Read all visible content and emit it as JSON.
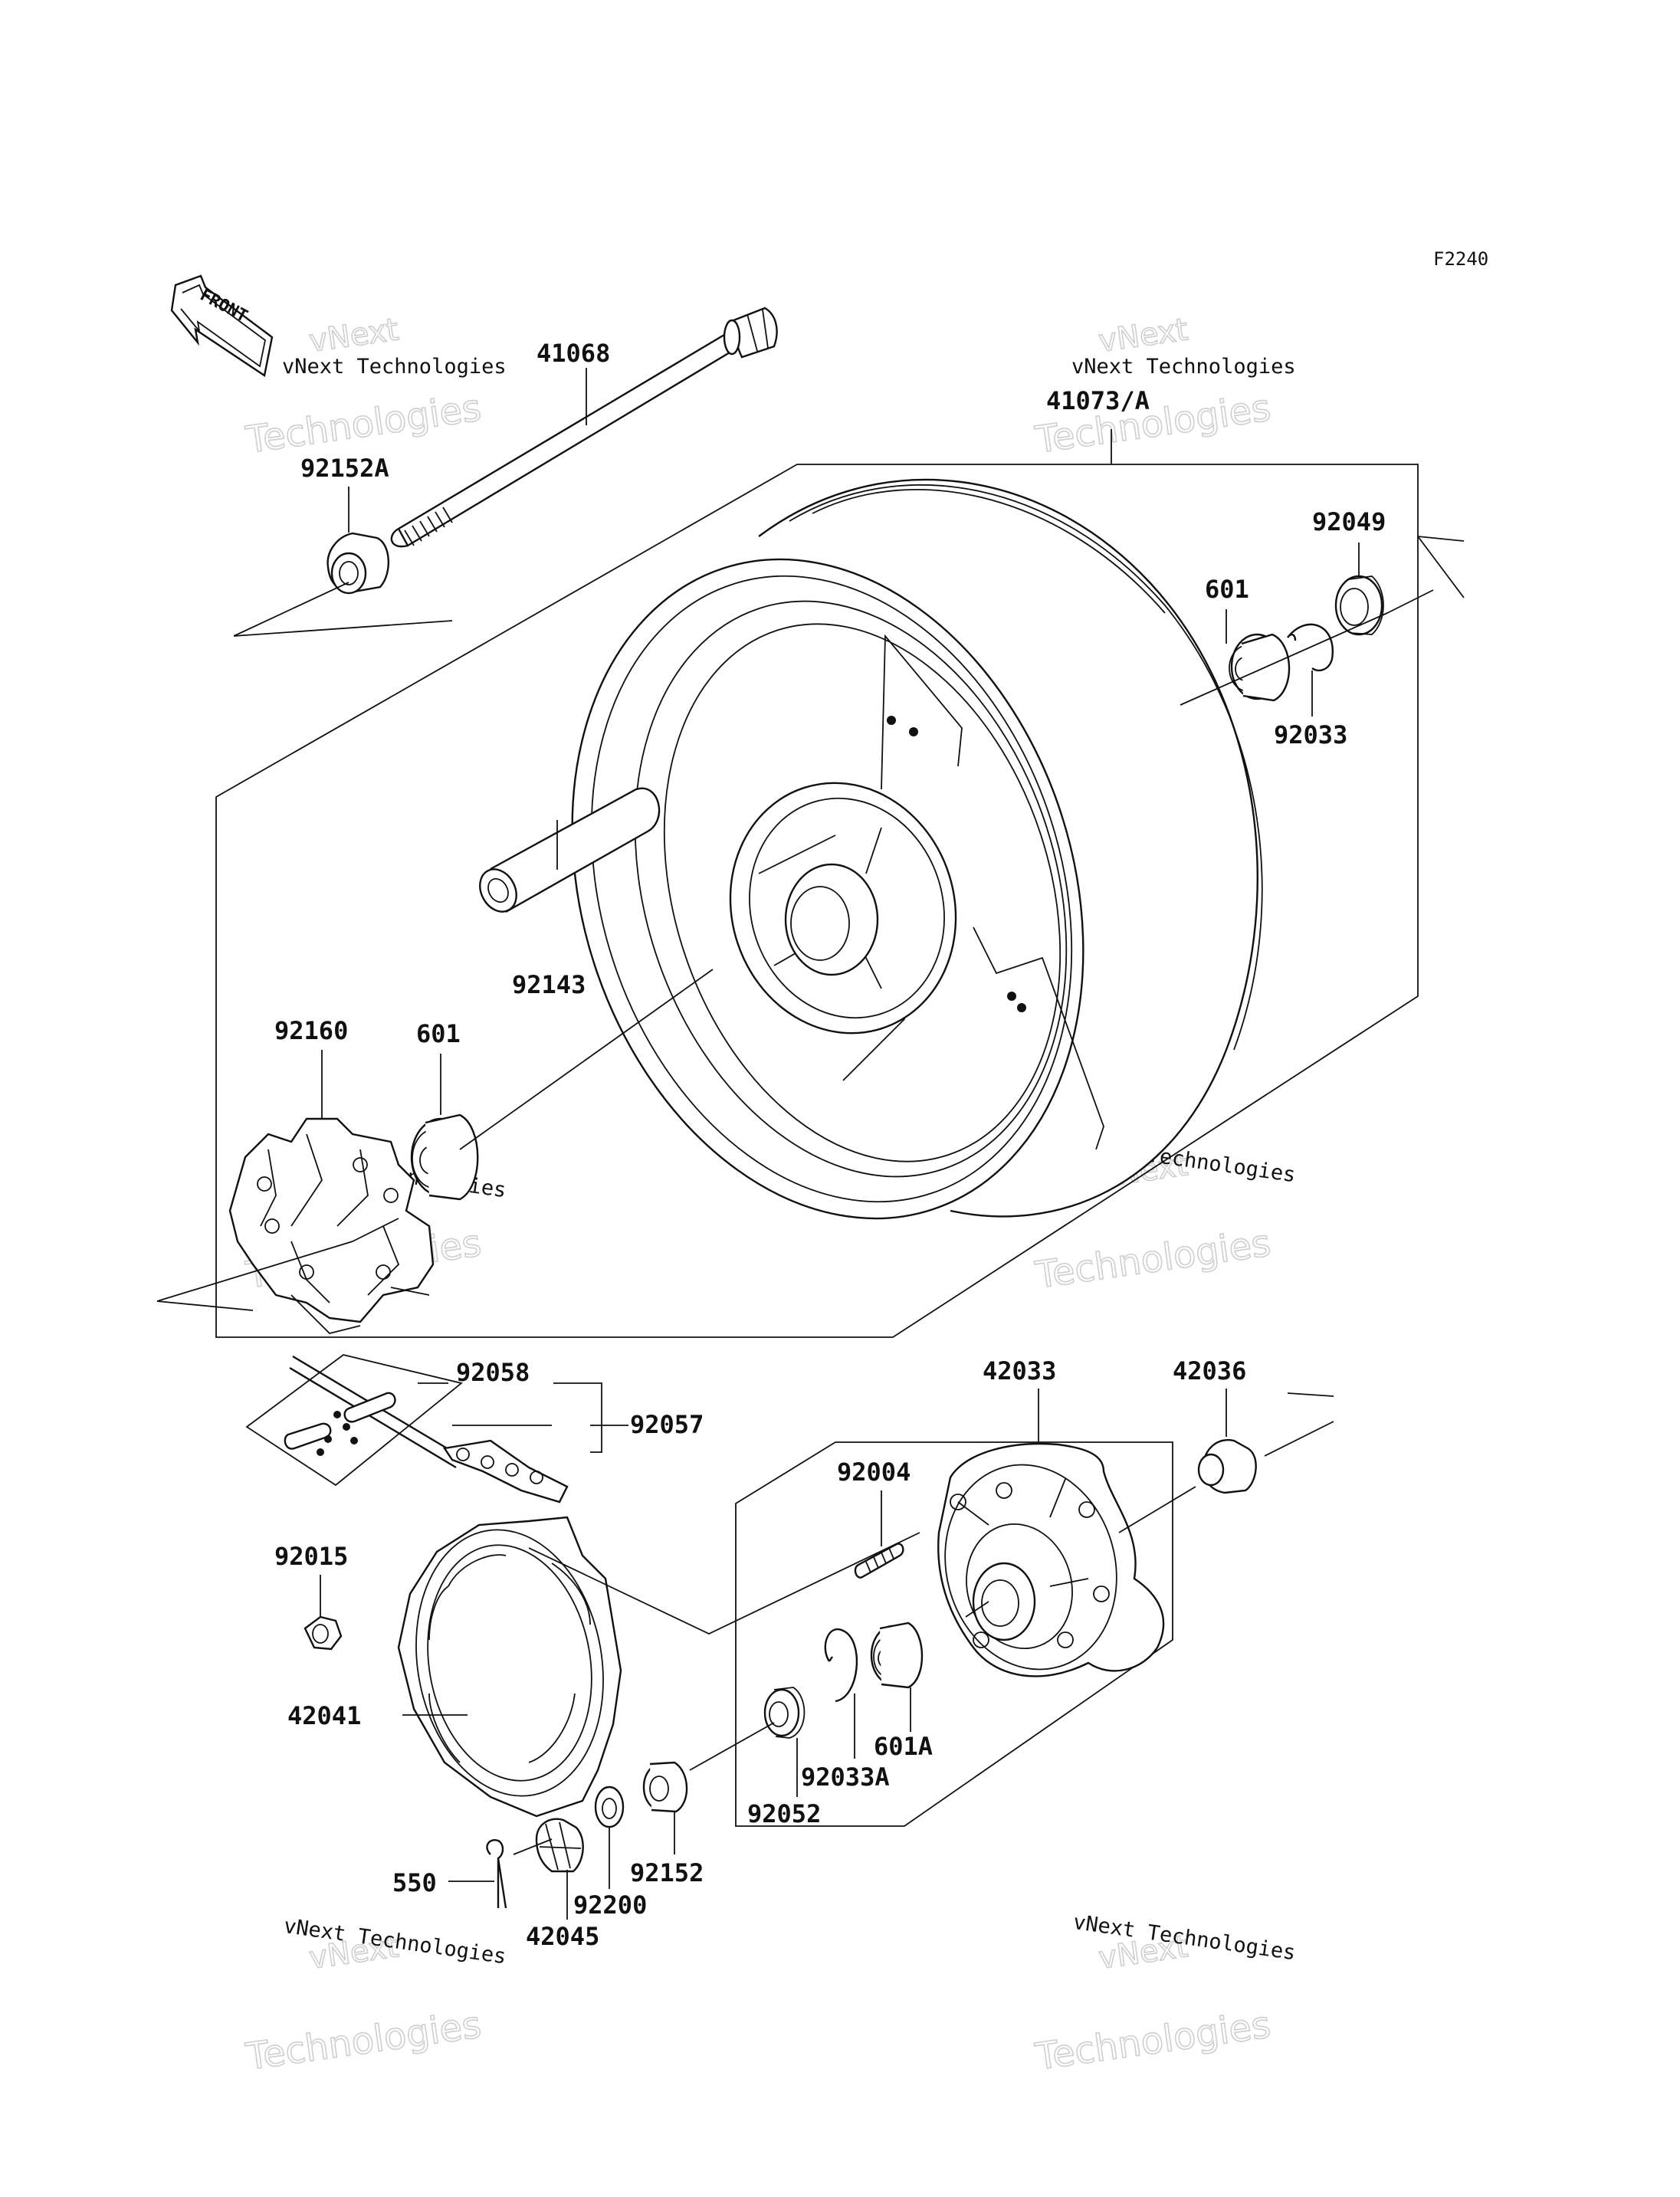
{
  "figure_code": "F2240",
  "front_label": "FRONT",
  "watermark": {
    "line1": "vNext Technologies",
    "line2a": "vNext",
    "line2b": "Technologies"
  },
  "parts": [
    {
      "id": "41068",
      "label": "41068"
    },
    {
      "id": "41073a",
      "label": "41073/A"
    },
    {
      "id": "92152a",
      "label": "92152A"
    },
    {
      "id": "92049",
      "label": "92049"
    },
    {
      "id": "601-right",
      "label": "601"
    },
    {
      "id": "92033",
      "label": "92033"
    },
    {
      "id": "92160",
      "label": "92160"
    },
    {
      "id": "601-left",
      "label": "601"
    },
    {
      "id": "92143",
      "label": "92143"
    },
    {
      "id": "92058",
      "label": "92058"
    },
    {
      "id": "92057",
      "label": "92057"
    },
    {
      "id": "42033",
      "label": "42033"
    },
    {
      "id": "42036",
      "label": "42036"
    },
    {
      "id": "92004",
      "label": "92004"
    },
    {
      "id": "92015",
      "label": "92015"
    },
    {
      "id": "42041",
      "label": "42041"
    },
    {
      "id": "601a",
      "label": "601A"
    },
    {
      "id": "92033a",
      "label": "92033A"
    },
    {
      "id": "92052",
      "label": "92052"
    },
    {
      "id": "92152",
      "label": "92152"
    },
    {
      "id": "92200",
      "label": "92200"
    },
    {
      "id": "550",
      "label": "550"
    },
    {
      "id": "42045",
      "label": "42045"
    }
  ]
}
